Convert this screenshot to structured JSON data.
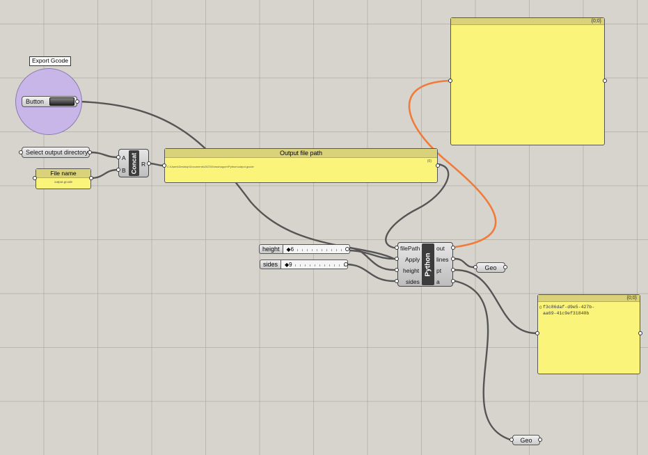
{
  "button_group": {
    "title": "Export Gcode",
    "button_label": "Button"
  },
  "directory_input": {
    "label": "Select output directory"
  },
  "file_name_panel": {
    "title": "File name",
    "value": "output.gcode"
  },
  "concat": {
    "name": "Concat",
    "inputs": [
      "A",
      "B"
    ],
    "output": "R"
  },
  "output_path_panel": {
    "title": "Output file path",
    "index": "(0)",
    "value": "C:\\Users\\Desktop\\Documents\\2023\\Grasshopper\\Python\\output.gcode"
  },
  "sliders": [
    {
      "label": "height",
      "value": "6"
    },
    {
      "label": "sides",
      "value": "9"
    }
  ],
  "python": {
    "name": "Python",
    "inputs": [
      "filePath",
      "Apply",
      "height",
      "sides"
    ],
    "outputs": [
      "out",
      "lines",
      "pt",
      "a"
    ]
  },
  "out_panel": {
    "path_label": "{0;0}"
  },
  "a_panel": {
    "path_label": "{0;0}",
    "index": "0",
    "value": "f3c86daf-d9e5-427b-\naa69-41c9ef31840b"
  },
  "geo_params": [
    {
      "label": "Geo"
    },
    {
      "label": "Geo"
    }
  ],
  "colors": {
    "canvas": "#d6d4cd",
    "wire": "#555555",
    "selected_wire": "#f07b3a",
    "panel": "#fbf47a",
    "button_group": "#c9b6e8"
  }
}
